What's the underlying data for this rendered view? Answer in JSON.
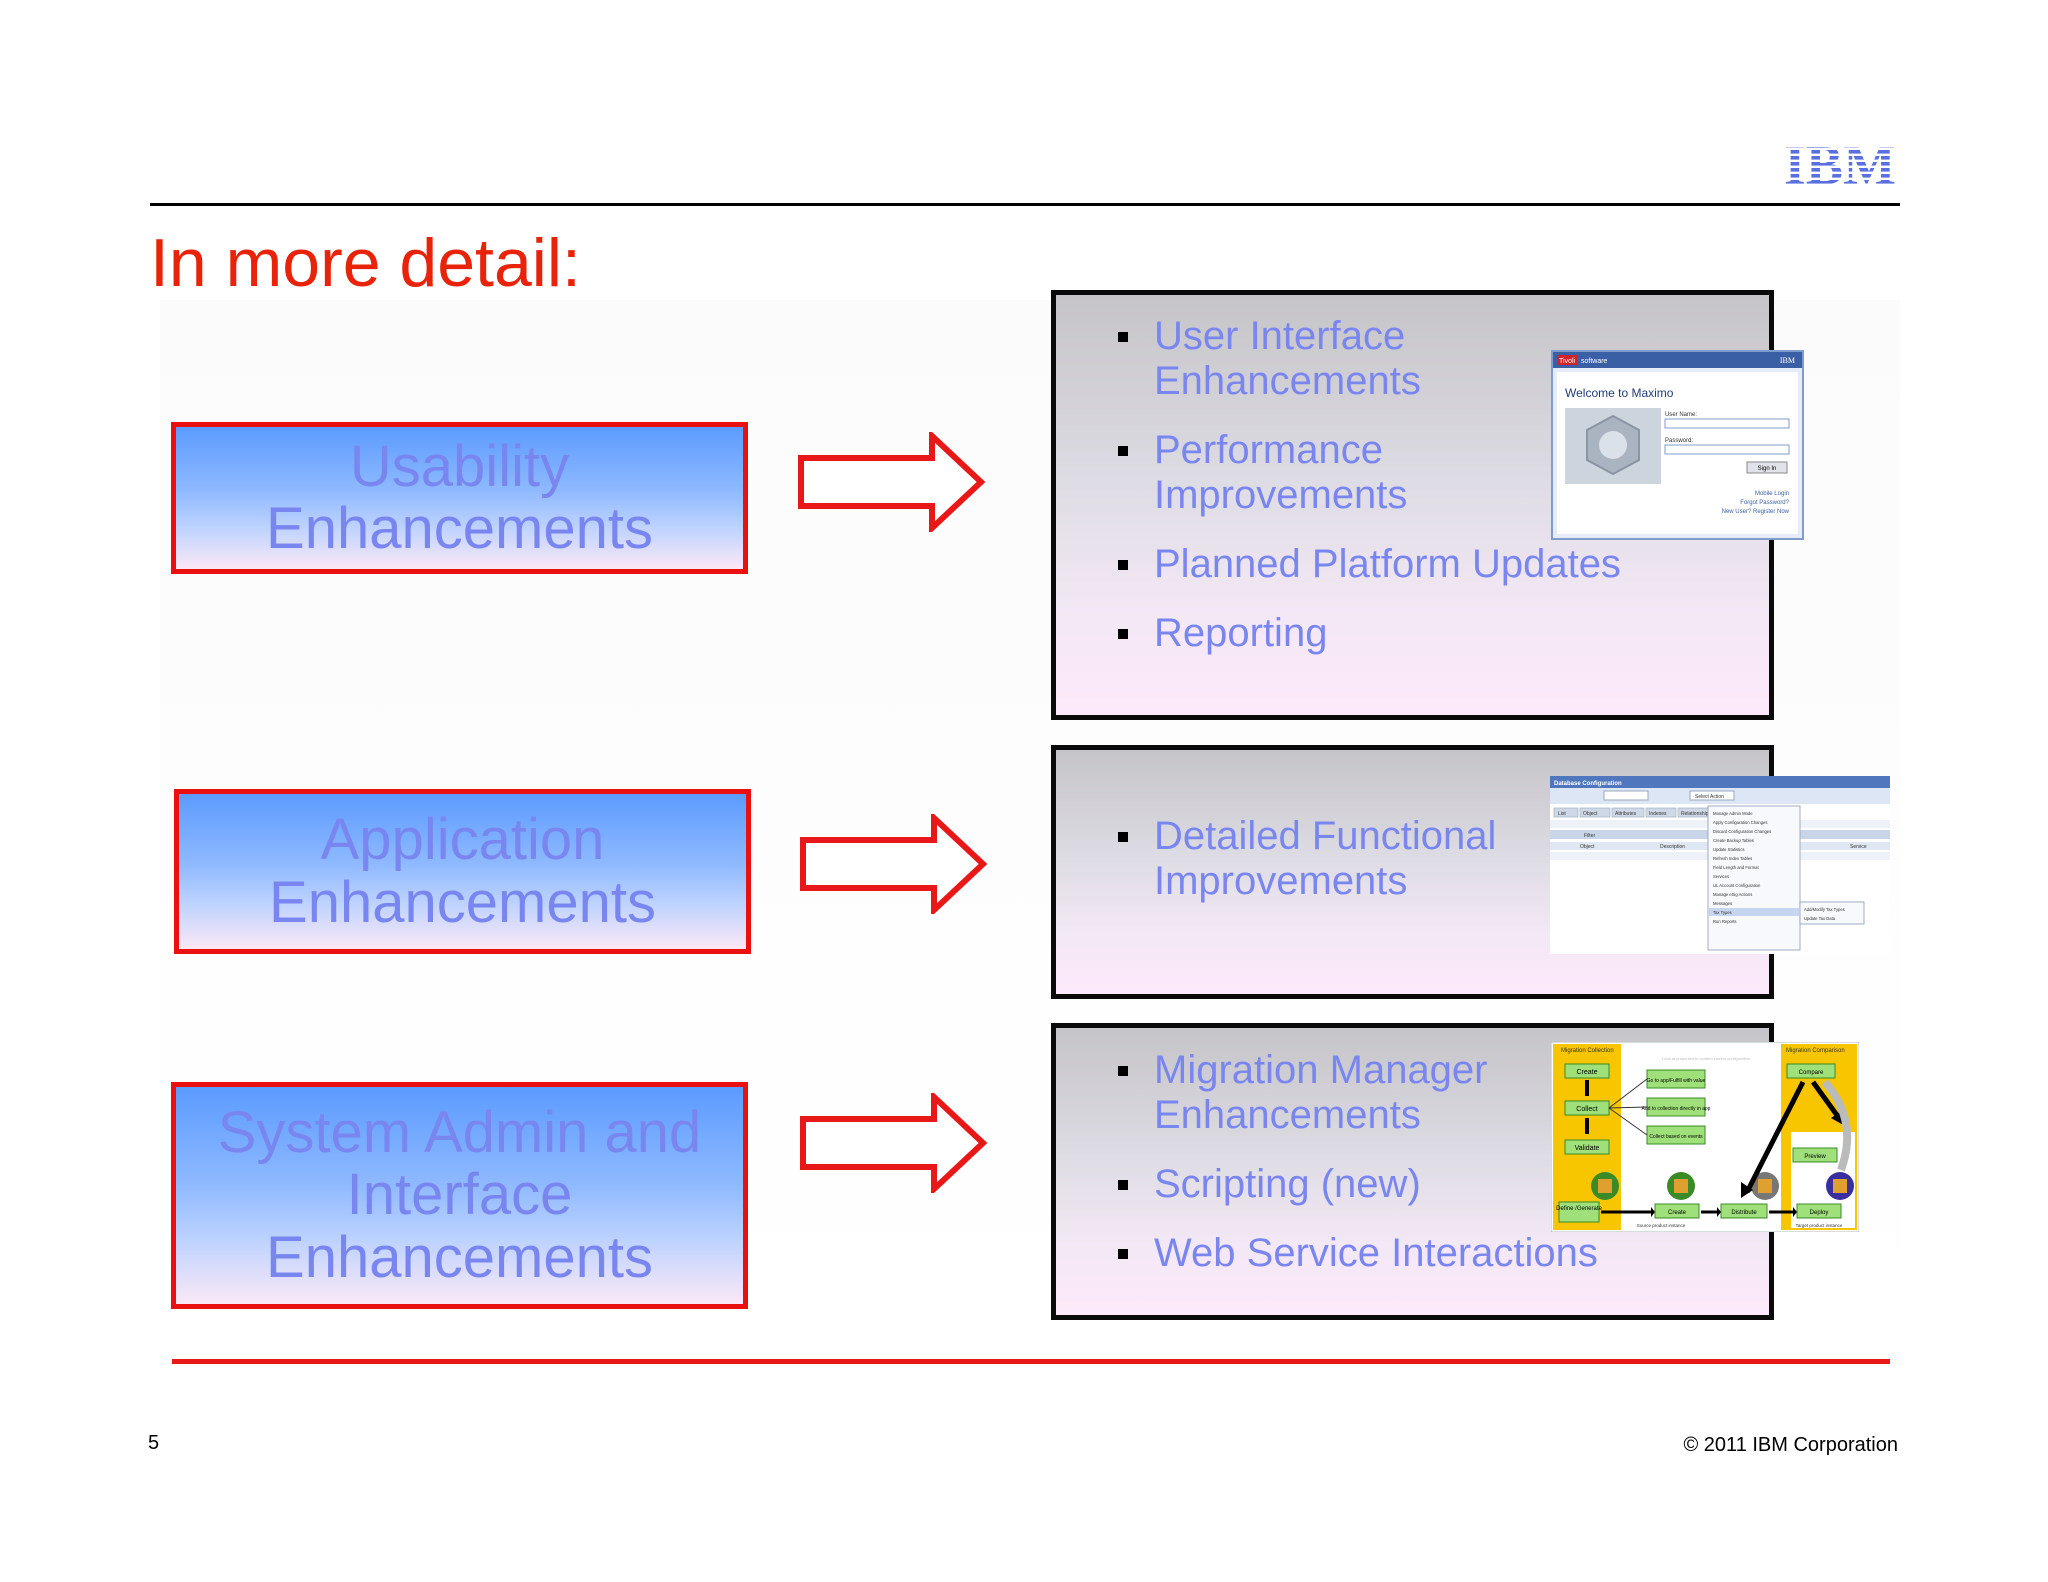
{
  "slide": {
    "title": "In more detail:",
    "page_number": "5",
    "copyright": "© 2011 IBM Corporation",
    "logo_text": "IBM"
  },
  "categories": [
    {
      "lines": [
        "Usability",
        "Enhancements"
      ]
    },
    {
      "lines": [
        "Application",
        "Enhancements"
      ]
    },
    {
      "lines": [
        "System Admin and",
        "Interface",
        "Enhancements"
      ]
    }
  ],
  "details": [
    {
      "bullets": [
        [
          "User Interface",
          "Enhancements"
        ],
        [
          "Performance",
          "Improvements"
        ],
        [
          "Planned Platform Updates"
        ],
        [
          "Reporting"
        ]
      ]
    },
    {
      "bullets": [
        [
          "Detailed Functional",
          "Improvements"
        ]
      ]
    },
    {
      "bullets": [
        [
          "Migration Manager",
          "Enhancements"
        ],
        [
          "Scripting (new)"
        ],
        [
          "Web Service Interactions"
        ]
      ]
    }
  ],
  "login_screenshot": {
    "brand": "Tivoli",
    "brand_suffix": "software",
    "vendor": "IBM",
    "heading": "Welcome to Maximo",
    "user_label": "User Name:",
    "password_label": "Password:",
    "sign_in": "Sign In",
    "links": [
      "Mobile Login",
      "Forgot Password?",
      "New User? Register Now"
    ]
  },
  "config_screenshot": {
    "window_title": "Database Configuration",
    "tabs": [
      "List",
      "Object",
      "Attributes",
      "Indexes",
      "Relationships"
    ],
    "menu_items": [
      "Manage Admin Mode",
      "Apply Configuration Changes",
      "Discard Configuration Changes",
      "Create Backup Tables",
      "Update Statistics",
      "Refresh Index Tables",
      "Field Length and Format",
      "Services",
      "UL Account Configuration",
      "Manage eSig Actions",
      "Messages",
      "Tax Types",
      "Run Reports"
    ],
    "submenu_items": [
      "Add/Modify Tax Types",
      "Update Tax Data"
    ],
    "columns": [
      "Object",
      "Description",
      "Service"
    ],
    "filter_label": "Filter",
    "select_action": "Select Action"
  },
  "migration_diagram": {
    "left_panel_title": "Migration Collection",
    "right_panel_title": "Migration Comparison",
    "steps_left": [
      "Create",
      "Collect",
      "Validate"
    ],
    "notes": [
      "Go to app/Fulfill with value",
      "Add to collection directly in app",
      "Collect based on events"
    ],
    "bottom_steps": [
      "Define /Generate",
      "Create",
      "Distribute",
      "Deploy"
    ],
    "right_steps": [
      "Compare",
      "Preview"
    ],
    "source_label": "Source product instance",
    "target_label": "Target product instance",
    "faint_note": "Look at properties to confirm correct configuration"
  }
}
